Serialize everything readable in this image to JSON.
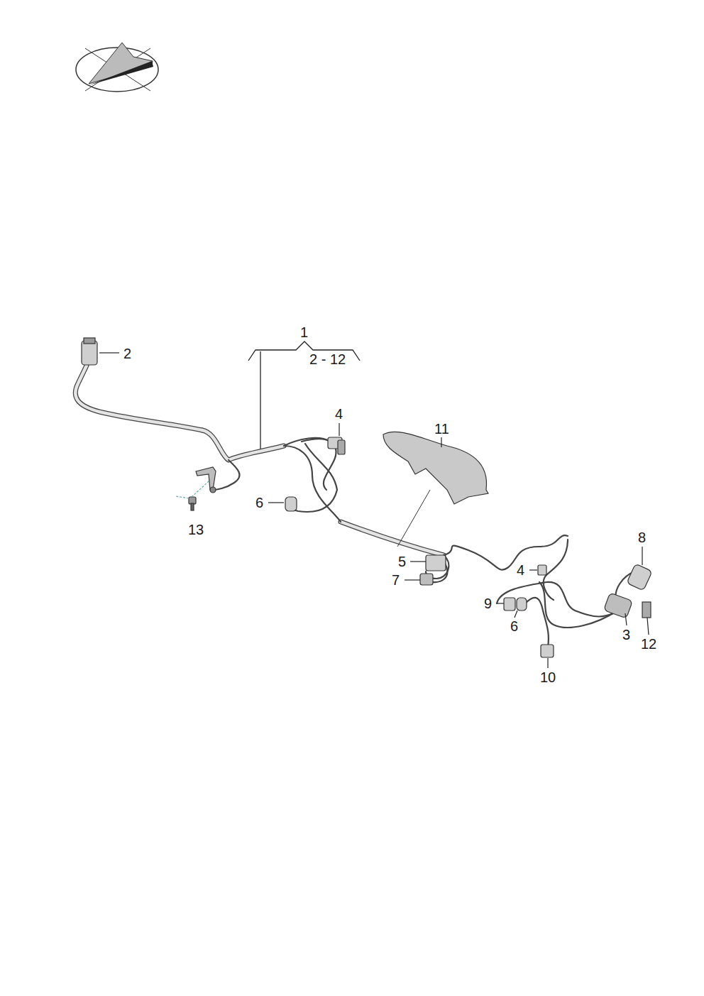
{
  "diagram": {
    "labels": [
      "1",
      "2 - 12",
      "2",
      "4",
      "11",
      "6",
      "13",
      "8",
      "5",
      "4",
      "7",
      "9",
      "6",
      "3",
      "12",
      "10"
    ]
  }
}
